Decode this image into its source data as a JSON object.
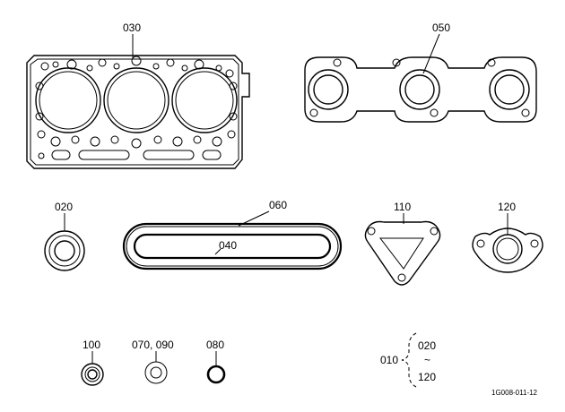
{
  "labels": {
    "p030": "030",
    "p050": "050",
    "p020": "020",
    "p060": "060",
    "p040": "040",
    "p110": "110",
    "p120": "120",
    "p100": "100",
    "p070_090": "070, 090",
    "p080": "080",
    "p010": "010",
    "range_start": "020",
    "range_tilde": "~",
    "range_end": "120",
    "drawing_code": "1G008-011-12"
  }
}
